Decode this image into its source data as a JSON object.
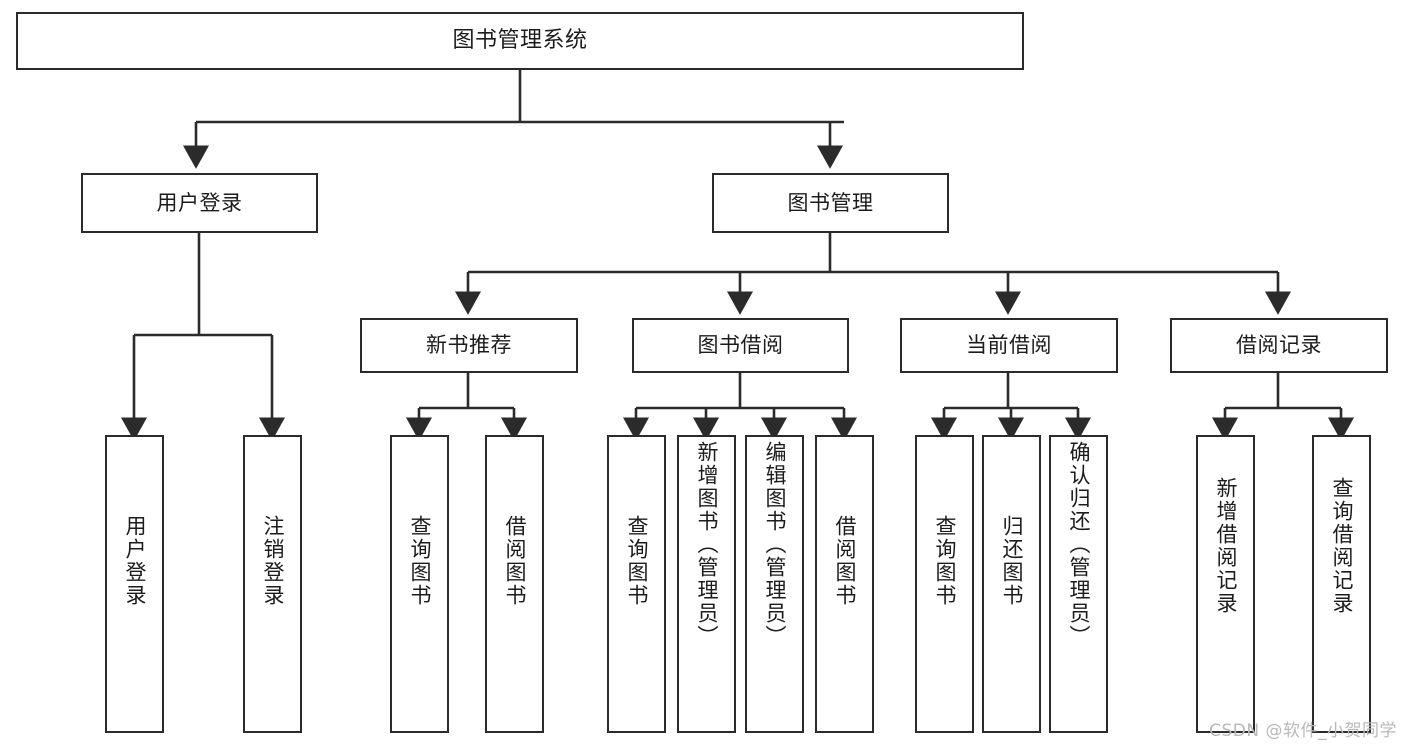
{
  "diagram": {
    "title": "图书管理系统",
    "type": "tree",
    "watermark": "CSDN @软件_小贺同学",
    "colors": {
      "stroke": "#2b2b2b",
      "fill": "#ffffff",
      "text": "#1c1c1c",
      "watermark": "#b9b9b9"
    },
    "nodes": {
      "root": {
        "label": "图书管理系统",
        "orientation": "horizontal"
      },
      "user_login": {
        "label": "用户登录",
        "orientation": "horizontal"
      },
      "book_manage": {
        "label": "图书管理",
        "orientation": "horizontal"
      },
      "new_book_rec": {
        "label": "新书推荐",
        "orientation": "horizontal"
      },
      "book_borrow": {
        "label": "图书借阅",
        "orientation": "horizontal"
      },
      "current_borrow": {
        "label": "当前借阅",
        "orientation": "horizontal"
      },
      "borrow_record": {
        "label": "借阅记录",
        "orientation": "horizontal"
      },
      "leaf_user_login": {
        "label": "用户登录",
        "orientation": "vertical"
      },
      "leaf_logout": {
        "label": "注销登录",
        "orientation": "vertical"
      },
      "leaf_query_book_1": {
        "label": "查询图书",
        "orientation": "vertical"
      },
      "leaf_borrow_book_1": {
        "label": "借阅图书",
        "orientation": "vertical"
      },
      "leaf_query_book_2": {
        "label": "查询图书",
        "orientation": "vertical"
      },
      "leaf_add_book": {
        "label": "新增图书（管理员）",
        "orientation": "vertical"
      },
      "leaf_edit_book": {
        "label": "编辑图书（管理员）",
        "orientation": "vertical"
      },
      "leaf_borrow_book_2": {
        "label": "借阅图书",
        "orientation": "vertical"
      },
      "leaf_query_book_3": {
        "label": "查询图书",
        "orientation": "vertical"
      },
      "leaf_return_book": {
        "label": "归还图书",
        "orientation": "vertical"
      },
      "leaf_confirm_return": {
        "label": "确认归还（管理员）",
        "orientation": "vertical"
      },
      "leaf_add_record": {
        "label": "新增借阅记录",
        "orientation": "vertical"
      },
      "leaf_query_record": {
        "label": "查询借阅记录",
        "orientation": "vertical"
      }
    },
    "edges": [
      {
        "from": "root",
        "to": "user_login"
      },
      {
        "from": "root",
        "to": "book_manage"
      },
      {
        "from": "user_login",
        "to": "leaf_user_login"
      },
      {
        "from": "user_login",
        "to": "leaf_logout"
      },
      {
        "from": "book_manage",
        "to": "new_book_rec"
      },
      {
        "from": "book_manage",
        "to": "book_borrow"
      },
      {
        "from": "book_manage",
        "to": "current_borrow"
      },
      {
        "from": "book_manage",
        "to": "borrow_record"
      },
      {
        "from": "new_book_rec",
        "to": "leaf_query_book_1"
      },
      {
        "from": "new_book_rec",
        "to": "leaf_borrow_book_1"
      },
      {
        "from": "book_borrow",
        "to": "leaf_query_book_2"
      },
      {
        "from": "book_borrow",
        "to": "leaf_add_book"
      },
      {
        "from": "book_borrow",
        "to": "leaf_edit_book"
      },
      {
        "from": "book_borrow",
        "to": "leaf_borrow_book_2"
      },
      {
        "from": "current_borrow",
        "to": "leaf_query_book_3"
      },
      {
        "from": "current_borrow",
        "to": "leaf_return_book"
      },
      {
        "from": "current_borrow",
        "to": "leaf_confirm_return"
      },
      {
        "from": "borrow_record",
        "to": "leaf_add_record"
      },
      {
        "from": "borrow_record",
        "to": "leaf_query_record"
      }
    ]
  }
}
